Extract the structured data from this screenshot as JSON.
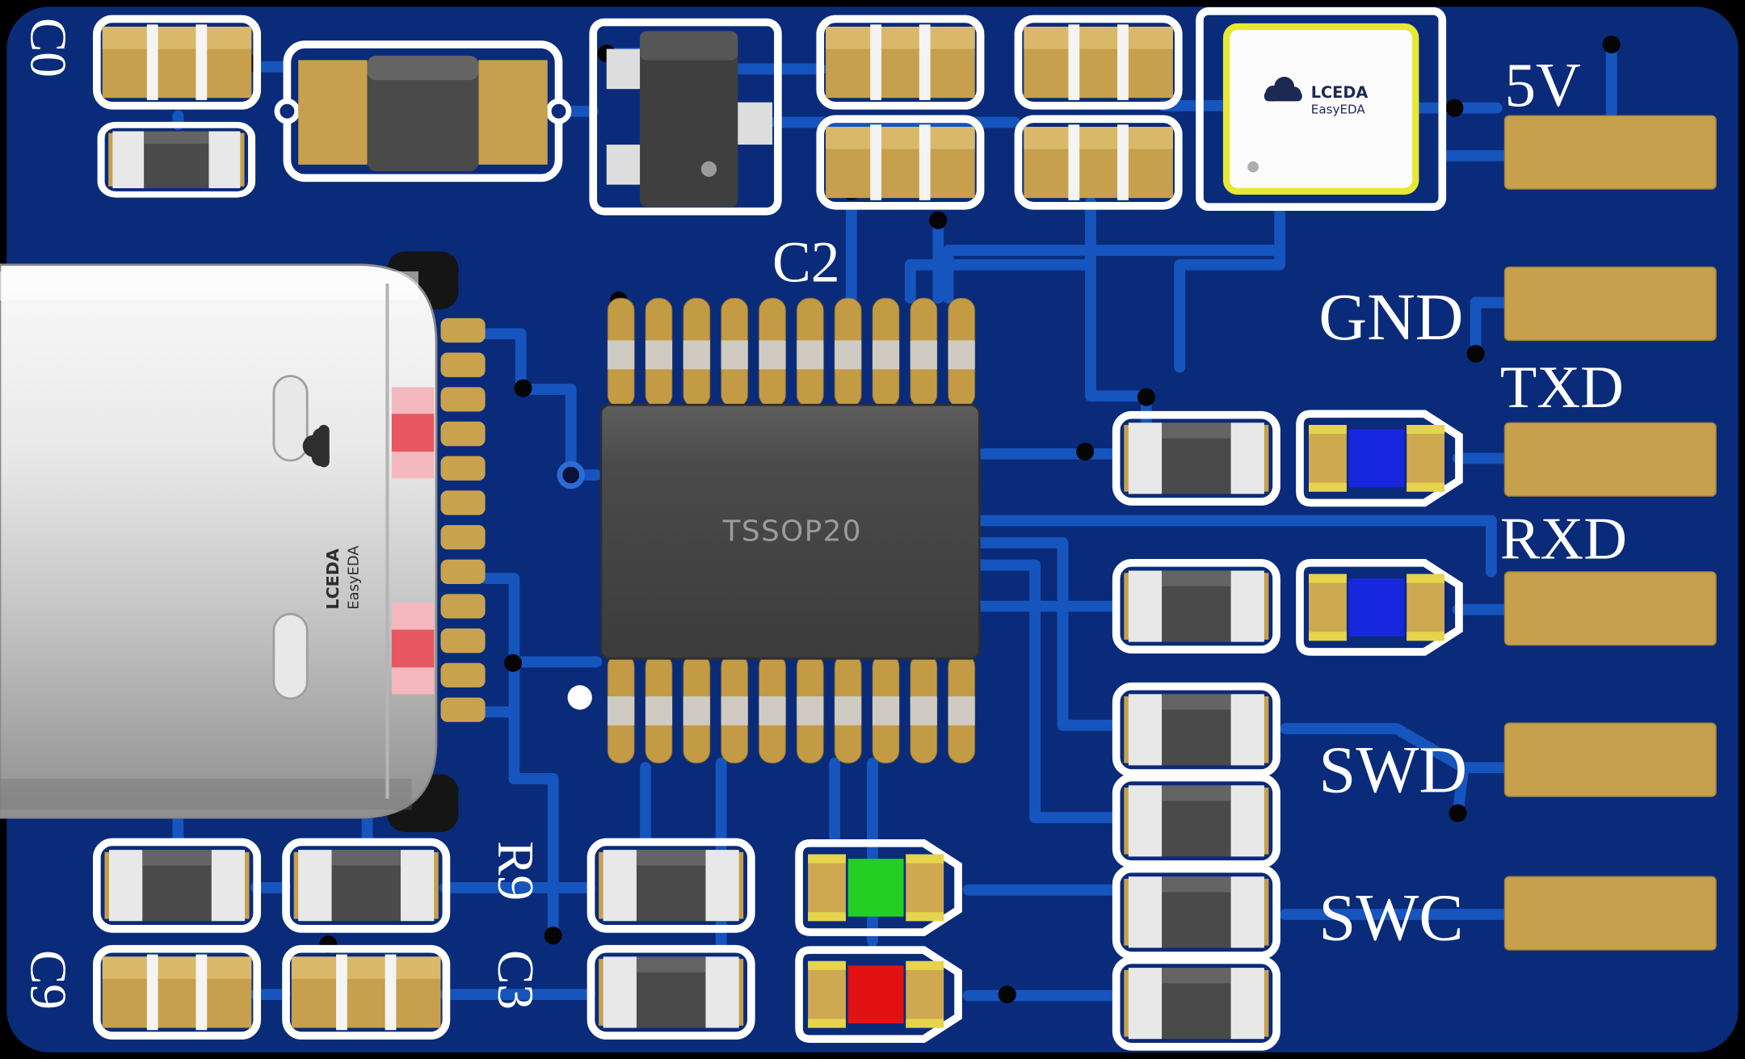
{
  "board": {
    "colors": {
      "substrate": "#0a2b7a",
      "trace": "#1655bd",
      "pad_gold": "#c6a04c",
      "silkscreen": "#ffffff",
      "led_blue": "#1827dd",
      "led_green": "#22cf22",
      "led_red": "#e31212",
      "module_border_yellow": "#e8e832"
    },
    "silkscreen_labels": {
      "c0": "C0",
      "c2": "C2",
      "c9": "C9",
      "c3": "C3",
      "r9": "R9"
    },
    "edge_pads": [
      {
        "name": "5V"
      },
      {
        "name": "GND"
      },
      {
        "name": "TXD"
      },
      {
        "name": "RXD"
      },
      {
        "name": "SWD"
      },
      {
        "name": "SWC"
      }
    ],
    "chip": {
      "label": "TSSOP20"
    },
    "logos": {
      "module": {
        "brand": "LCEDA",
        "product": "EasyEDA"
      },
      "usb": {
        "brand": "LCEDA",
        "product": "EasyEDA"
      }
    }
  }
}
